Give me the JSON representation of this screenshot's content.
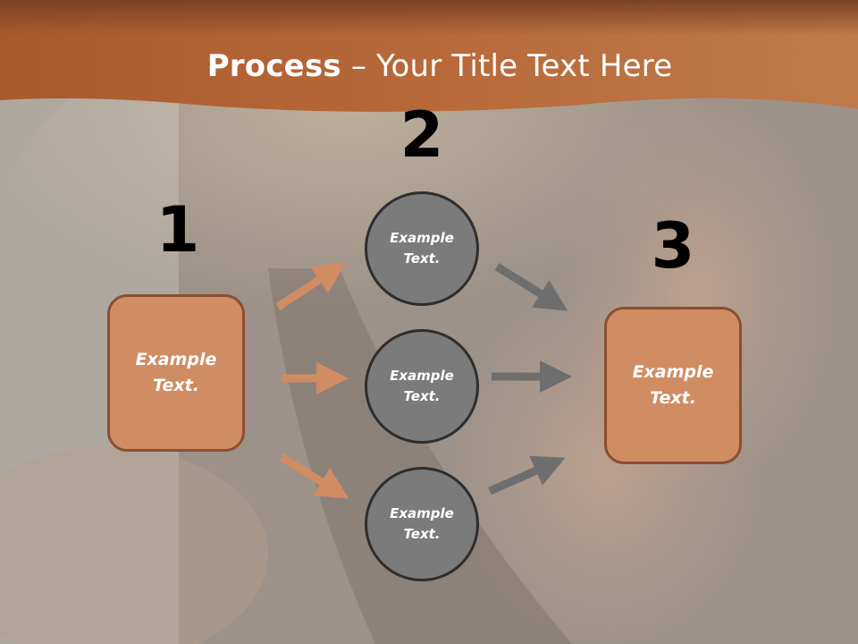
{
  "title": {
    "bold": "Process",
    "rest": " – Your Title Text Here"
  },
  "steps": [
    "1",
    "2",
    "3"
  ],
  "left_box": {
    "label_line1": "Example",
    "label_line2": "Text."
  },
  "right_box": {
    "label_line1": "Example",
    "label_line2": "Text."
  },
  "circles": [
    {
      "line1": "Example",
      "line2": "Text."
    },
    {
      "line1": "Example",
      "line2": "Text."
    },
    {
      "line1": "Example",
      "line2": "Text."
    }
  ],
  "colors": {
    "banner": "#b8693a",
    "box_fill": "#d08c63",
    "box_border": "#8a4f31",
    "circle_fill": "#7b7b7b",
    "circle_border": "#2d2d2d",
    "arrow_orange": "#d08c63",
    "arrow_gray": "#6e6e6e"
  }
}
